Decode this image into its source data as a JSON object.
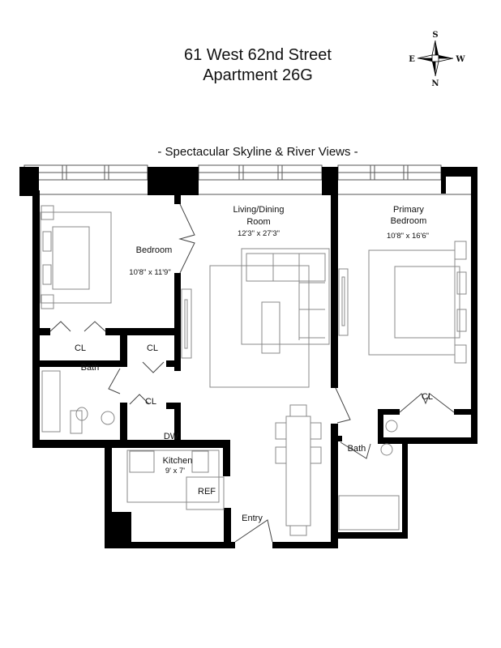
{
  "header": {
    "address": "61 West 62nd Street",
    "unit": "Apartment 26G",
    "tagline": "- Spectacular Skyline & River Views -"
  },
  "compass": {
    "top": "S",
    "bottom": "N",
    "left": "E",
    "right": "W"
  },
  "rooms": {
    "bedroom": {
      "name": "Bedroom",
      "size": "10'8\" x 11'9\""
    },
    "living": {
      "name_line1": "Living/Dining",
      "name_line2": "Room",
      "size": "12'3\" x 27'3\""
    },
    "primary": {
      "name_line1": "Primary",
      "name_line2": "Bedroom",
      "size": "10'8\" x 16'6\""
    },
    "closet_bedroom": "CL",
    "closet_hall_upper": "CL",
    "closet_hall_lower": "CL",
    "closet_primary": "CL",
    "bath_left": "Bath",
    "bath_right": "Bath",
    "kitchen": {
      "name": "Kitchen",
      "size": "9' x 7'"
    },
    "dishwasher": "DW",
    "refrigerator": "REF",
    "entry": "Entry"
  }
}
